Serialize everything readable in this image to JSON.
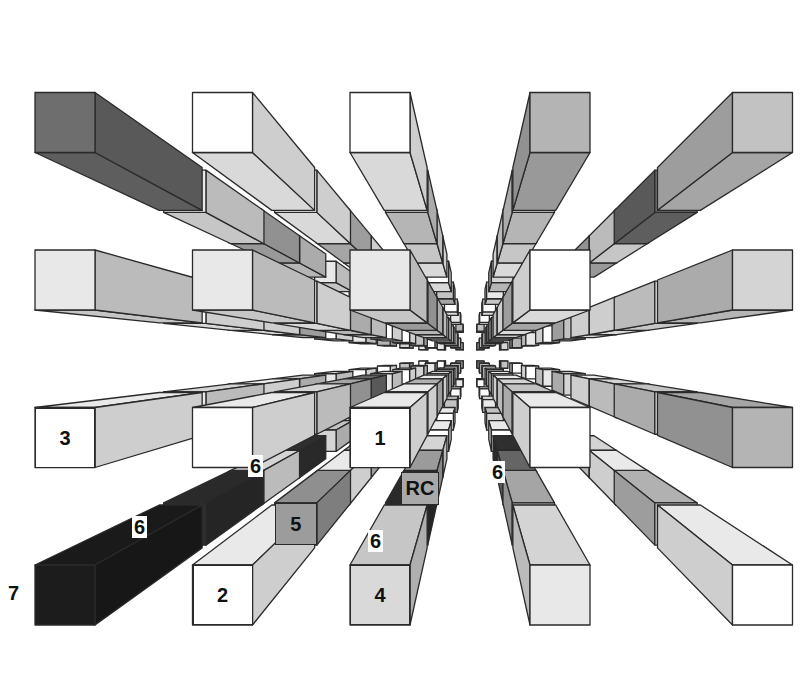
{
  "diagram": {
    "nodes": [
      {
        "text": [
          "3"
        ]
      },
      {
        "text": [
          "1"
        ]
      },
      {
        "text": [
          "RC"
        ]
      },
      {
        "text": [
          "5"
        ]
      },
      {
        "text": [
          "2"
        ]
      },
      {
        "text": [
          "4"
        ]
      }
    ],
    "labels": [
      "6",
      "6",
      "6",
      "6",
      "7"
    ]
  }
}
